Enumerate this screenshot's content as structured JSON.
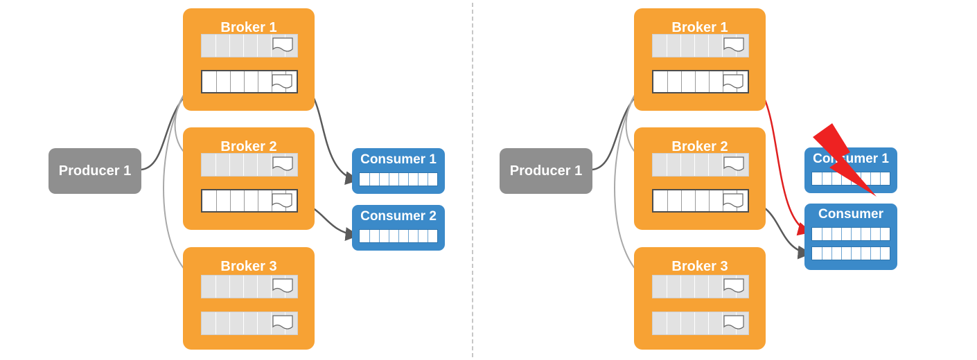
{
  "left": {
    "producer": {
      "label": "Producer 1"
    },
    "brokers": [
      {
        "label": "Broker 1"
      },
      {
        "label": "Broker 2"
      },
      {
        "label": "Broker 3"
      }
    ],
    "consumers": [
      {
        "label": "Consumer 1"
      },
      {
        "label": "Consumer 2"
      }
    ]
  },
  "right": {
    "producer": {
      "label": "Producer 1"
    },
    "brokers": [
      {
        "label": "Broker 1"
      },
      {
        "label": "Broker 2"
      },
      {
        "label": "Broker 3"
      }
    ],
    "failed_consumer": {
      "label": "Consumer 1"
    },
    "new_consumer": {
      "label": "Consumer"
    }
  },
  "colors": {
    "broker": "#f7a234",
    "producer": "#8f8f8f",
    "consumer": "#3b8ac9",
    "failure": "#ee2222",
    "arrow_dark": "#5a5a5a",
    "arrow_light": "#a8a8a8"
  },
  "icons": {
    "failure": "lightning-bolt-icon",
    "message": "message-document-icon"
  }
}
